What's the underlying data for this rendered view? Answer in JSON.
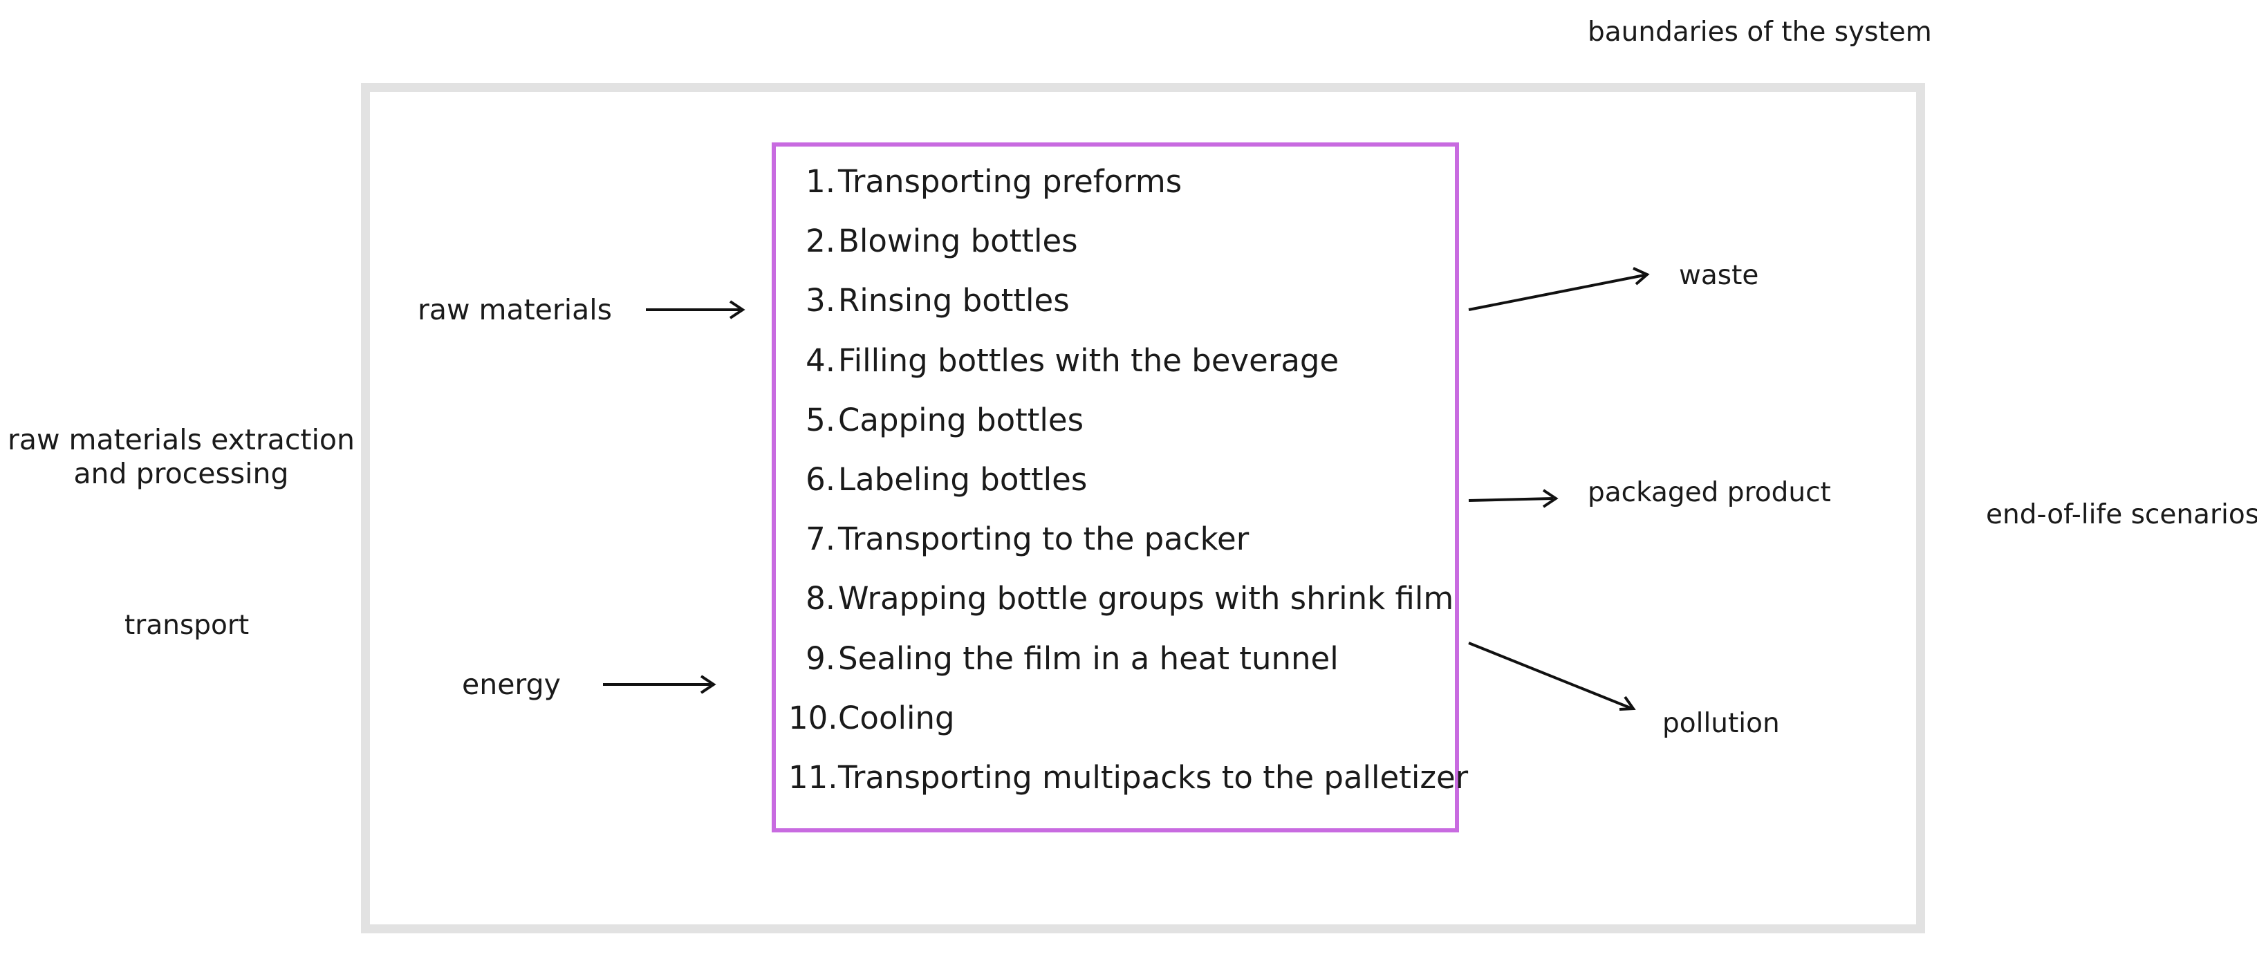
{
  "labels": {
    "boundary": "baundaries of the system",
    "extraction": [
      "raw materials  extraction",
      "and processing"
    ],
    "transport": "transport",
    "raw_materials": "raw materials",
    "energy": "energy",
    "waste": "waste",
    "packaged_product": "packaged product",
    "pollution": "pollution",
    "end_of_life": "end-of-life scenarios"
  },
  "steps": [
    {
      "num": "1.",
      "text": "Transporting preforms"
    },
    {
      "num": "2.",
      "text": "Blowing bottles"
    },
    {
      "num": "3.",
      "text": "Rinsing bottles"
    },
    {
      "num": "4.",
      "text": "Filling bottles with the beverage"
    },
    {
      "num": "5.",
      "text": "Capping bottles"
    },
    {
      "num": "6.",
      "text": "Labeling bottles"
    },
    {
      "num": "7.",
      "text": "Transporting to the packer"
    },
    {
      "num": "8.",
      "text": "Wrapping bottle groups with shrink film"
    },
    {
      "num": "9.",
      "text": "Sealing the film in a heat tunnel"
    },
    {
      "num": "10.",
      "text": "Cooling"
    },
    {
      "num": "11.",
      "text": "Transporting multipacks to the palletizer"
    }
  ],
  "colors": {
    "boundary": "#e2e2e2",
    "process_border": "#c86be0",
    "arrow": "#111111"
  }
}
